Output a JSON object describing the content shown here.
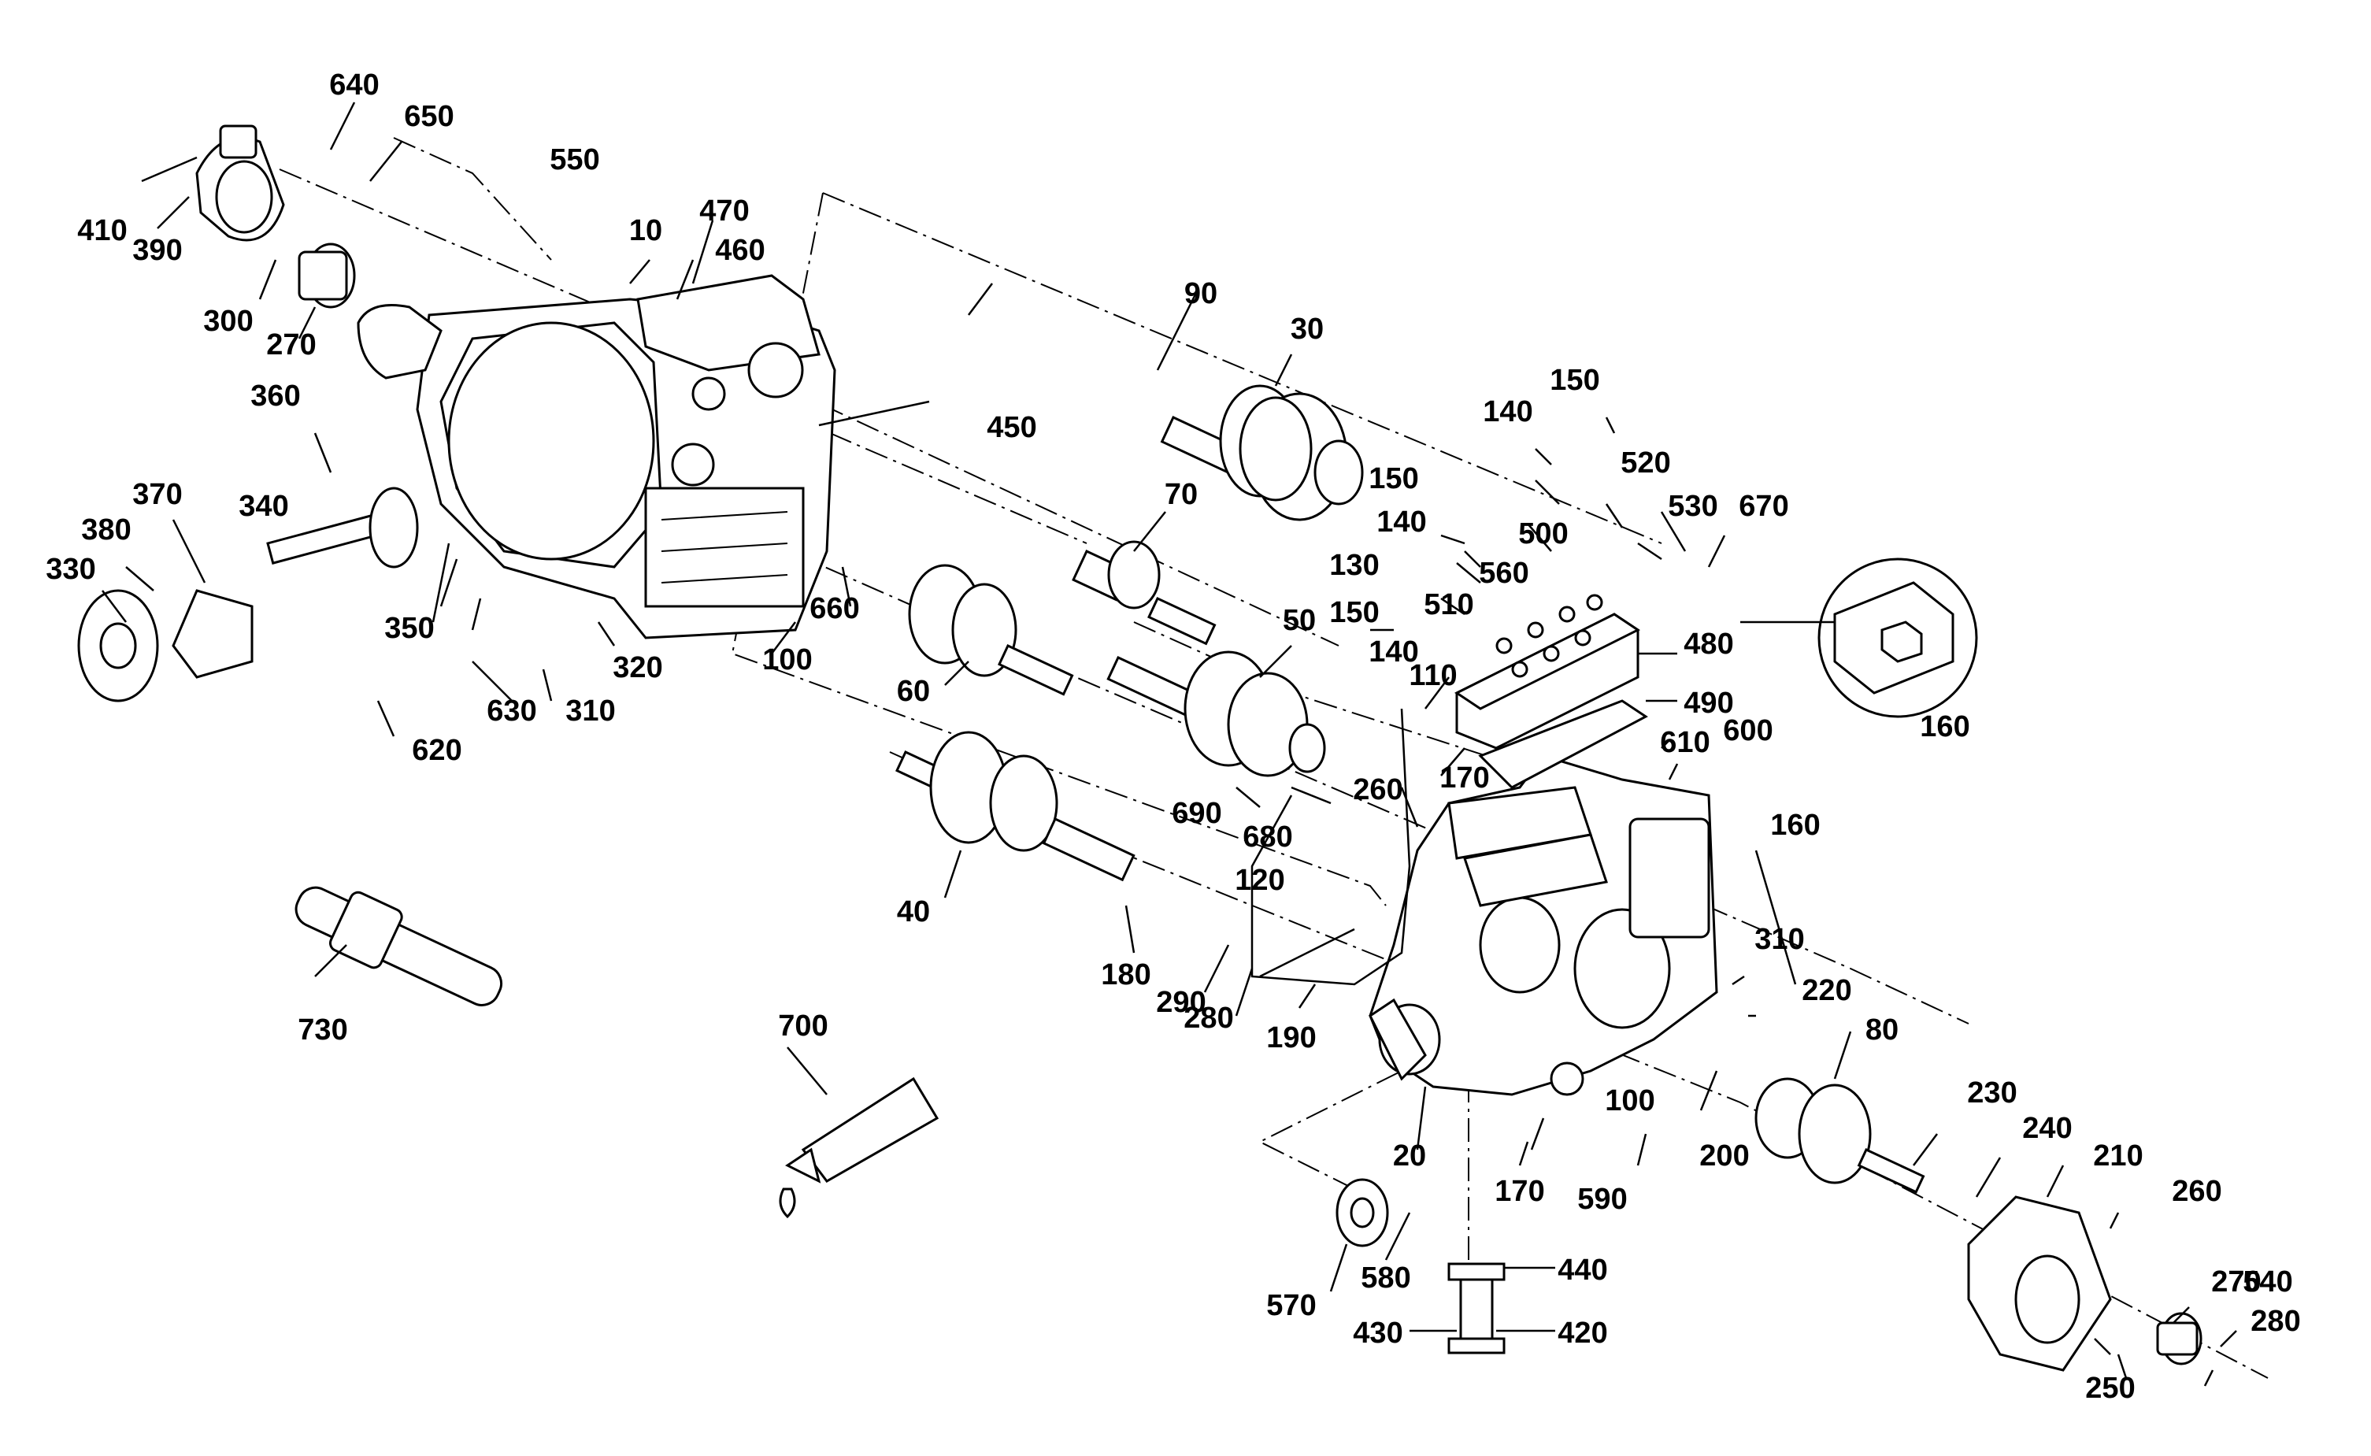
{
  "callouts": [
    "10",
    "20",
    "30",
    "40",
    "50",
    "60",
    "70",
    "80",
    "90",
    "100",
    "100",
    "110",
    "120",
    "130",
    "140",
    "140",
    "140",
    "150",
    "150",
    "150",
    "160",
    "160",
    "170",
    "170",
    "180",
    "190",
    "200",
    "210",
    "220",
    "230",
    "240",
    "250",
    "260",
    "260",
    "270",
    "270",
    "280",
    "280",
    "290",
    "300",
    "310",
    "310",
    "320",
    "330",
    "340",
    "350",
    "360",
    "370",
    "380",
    "390",
    "410",
    "420",
    "430",
    "440",
    "450",
    "460",
    "470",
    "480",
    "490",
    "500",
    "510",
    "520",
    "530",
    "540",
    "550",
    "560",
    "570",
    "580",
    "590",
    "600",
    "610",
    "620",
    "630",
    "640",
    "650",
    "660",
    "670",
    "680",
    "690",
    "700",
    "730"
  ]
}
